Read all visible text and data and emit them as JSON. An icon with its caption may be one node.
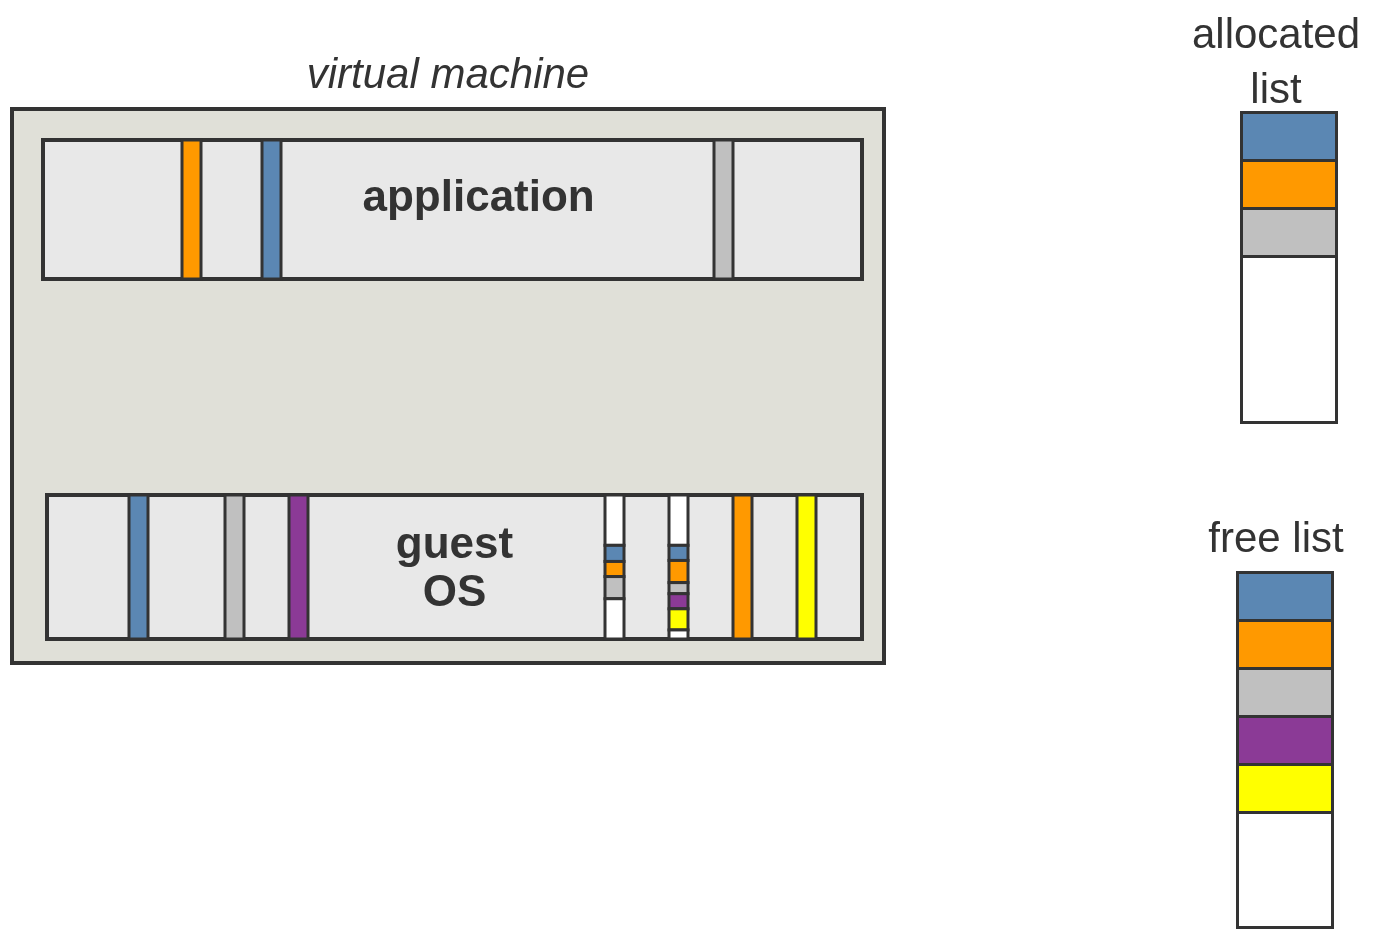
{
  "diagram": {
    "nodes": [
      {
        "text": [
          "virtual machine"
        ]
      },
      {
        "text": [
          "application"
        ],
        "in": 0
      },
      {
        "text": [
          "guest OS"
        ],
        "in": 0
      },
      {
        "text": [
          "allocated list"
        ]
      },
      {
        "text": [
          "free list"
        ]
      }
    ],
    "edges": []
  }
}
